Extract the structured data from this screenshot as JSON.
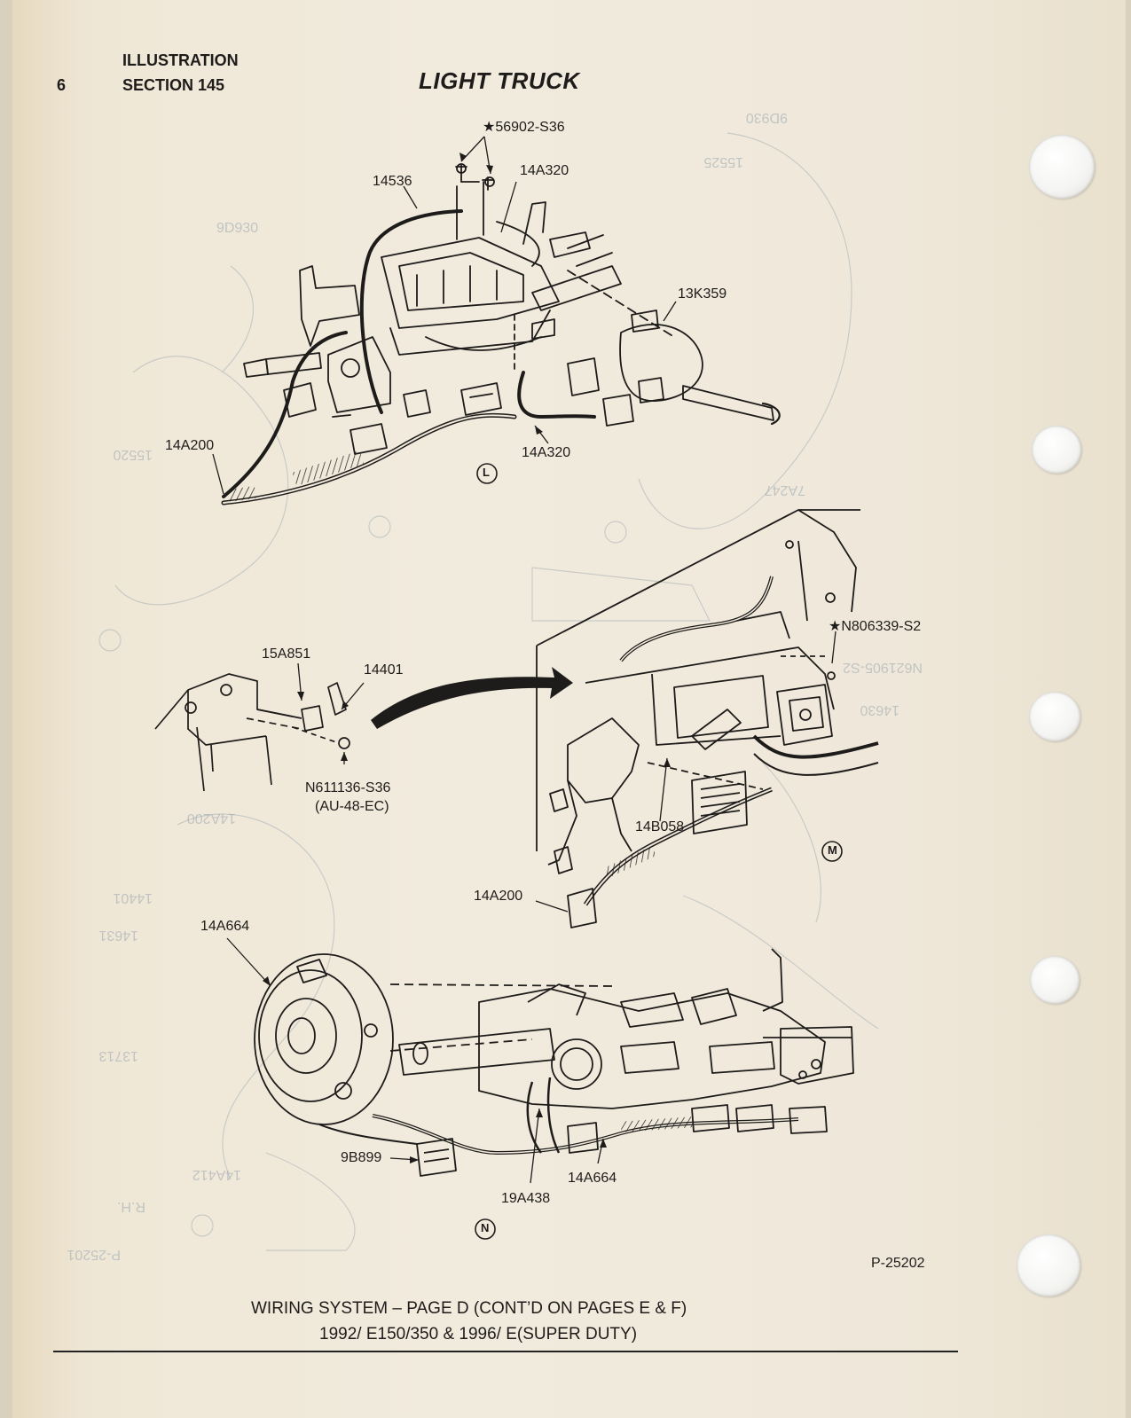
{
  "header": {
    "page_number": "6",
    "line1": "ILLUSTRATION",
    "line2": "SECTION 145",
    "title": "LIGHT TRUCK"
  },
  "views": {
    "L": {
      "marker": "L",
      "labels": {
        "a": "★56902-S36",
        "b": "14536",
        "c": "14A320",
        "d": "13K359",
        "e": "14A200",
        "f": "14A320"
      }
    },
    "M": {
      "marker": "M",
      "labels": {
        "a": "15A851",
        "b": "14401",
        "c": "N611136-S36",
        "d": "(AU-48-EC)",
        "e": "★N806339-S2",
        "f": "14B058",
        "g": "14A200"
      }
    },
    "N": {
      "marker": "N",
      "labels": {
        "a": "14A664",
        "b": "9B899",
        "c": "19A438",
        "d": "14A664"
      }
    }
  },
  "figure_id": "P-25202",
  "caption": {
    "line1": "WIRING SYSTEM – PAGE D (CONT’D ON PAGES E & F)",
    "line2": "1992/ E150/350 & 1996/ E(SUPER DUTY)"
  }
}
